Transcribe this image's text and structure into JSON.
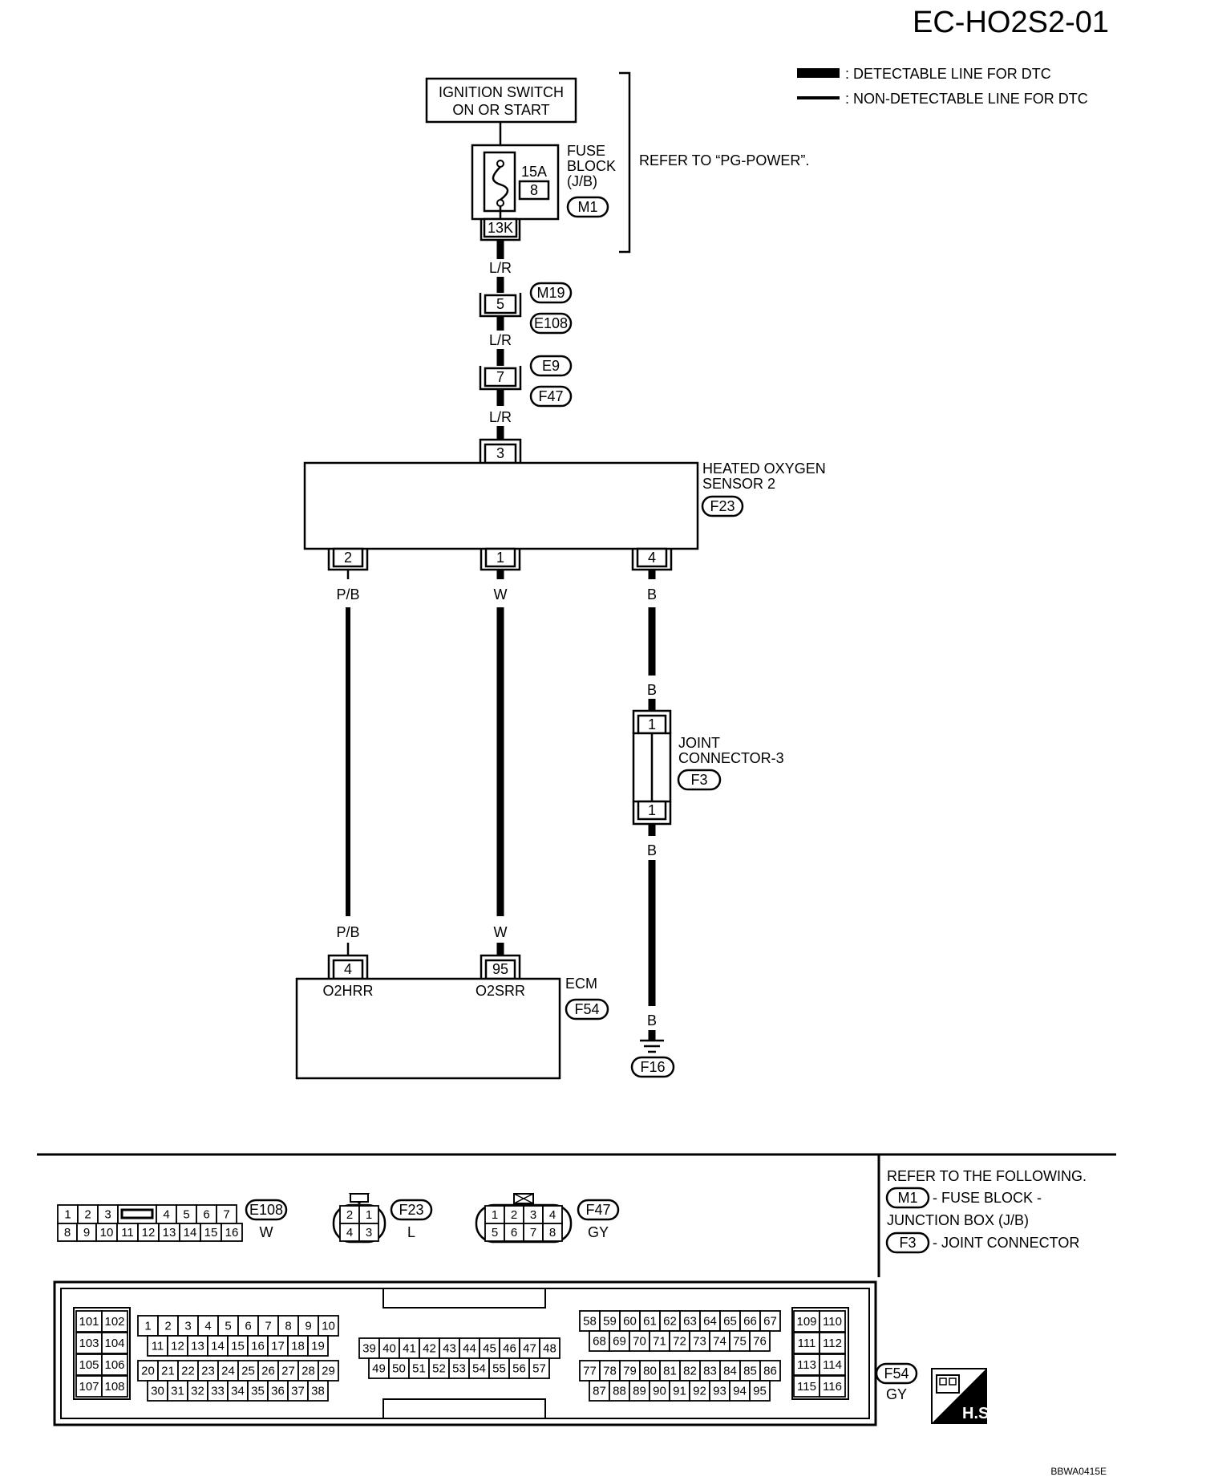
{
  "title": "EC-HO2S2-01",
  "footer_code": "BBWA0415E",
  "legend": {
    "detectable": ": DETECTABLE LINE FOR DTC",
    "non_detectable": ": NON-DETECTABLE LINE FOR DTC"
  },
  "ignition": {
    "line1": "IGNITION SWITCH",
    "line2": "ON OR START"
  },
  "fuse_block": {
    "label1": "FUSE",
    "label2": "BLOCK",
    "label3": "(J/B)",
    "connector": "M1",
    "amps": "15A",
    "number": "8",
    "terminal": "13K"
  },
  "refer_pg": "REFER TO “PG-POWER”.",
  "wires": {
    "lr1": "L/R",
    "lr2": "L/R",
    "lr3": "L/R",
    "pb_top": "P/B",
    "w_top": "W",
    "b_top": "B",
    "b_joint_top": "B",
    "b_joint_bottom": "B",
    "pb_bottom": "P/B",
    "w_bottom": "W",
    "b_ground": "B"
  },
  "inline_connectors": {
    "c1": {
      "pin": "5",
      "top": "M19",
      "bottom": "E108"
    },
    "c2": {
      "pin": "7",
      "top": "E9",
      "bottom": "F47"
    }
  },
  "sensor": {
    "line1": "HEATED OXYGEN",
    "line2": "SENSOR 2",
    "connector": "F23",
    "pin_top": "3",
    "pin_left": "2",
    "pin_mid": "1",
    "pin_right": "4"
  },
  "joint": {
    "line1": "JOINT",
    "line2": "CONNECTOR-3",
    "connector": "F3",
    "pin_top": "1",
    "pin_bottom": "1"
  },
  "ecm": {
    "label": "ECM",
    "connector": "F54",
    "pin_left": "4",
    "pin_right": "95",
    "name_left": "O2HRR",
    "name_right": "O2SRR"
  },
  "ground": "F16",
  "connector_views": {
    "e108": {
      "id": "E108",
      "color": "W",
      "top": [
        "1",
        "2",
        "3",
        "",
        "4",
        "5",
        "6",
        "7"
      ],
      "bottom": [
        "8",
        "9",
        "10",
        "11",
        "12",
        "13",
        "14",
        "15",
        "16"
      ]
    },
    "f23": {
      "id": "F23",
      "color": "L",
      "pins": [
        "2",
        "1",
        "4",
        "3"
      ]
    },
    "f47": {
      "id": "F47",
      "color": "GY",
      "top": [
        "1",
        "2",
        "3",
        "4"
      ],
      "bottom": [
        "5",
        "6",
        "7",
        "8"
      ]
    },
    "f54": {
      "id": "F54",
      "color": "GY",
      "left": [
        "101",
        "102",
        "103",
        "104",
        "105",
        "106",
        "107",
        "108"
      ],
      "g1_r1": [
        "1",
        "2",
        "3",
        "4",
        "5",
        "6",
        "7",
        "8",
        "9",
        "10"
      ],
      "g1_r2": [
        "11",
        "12",
        "13",
        "14",
        "15",
        "16",
        "17",
        "18",
        "19"
      ],
      "g1_r3": [
        "20",
        "21",
        "22",
        "23",
        "24",
        "25",
        "26",
        "27",
        "28",
        "29"
      ],
      "g1_r4": [
        "30",
        "31",
        "32",
        "33",
        "34",
        "35",
        "36",
        "37",
        "38"
      ],
      "g2_r1": [
        "39",
        "40",
        "41",
        "42",
        "43",
        "44",
        "45",
        "46",
        "47",
        "48"
      ],
      "g2_r2": [
        "49",
        "50",
        "51",
        "52",
        "53",
        "54",
        "55",
        "56",
        "57"
      ],
      "g3_r1": [
        "58",
        "59",
        "60",
        "61",
        "62",
        "63",
        "64",
        "65",
        "66",
        "67"
      ],
      "g3_r2": [
        "68",
        "69",
        "70",
        "71",
        "72",
        "73",
        "74",
        "75",
        "76"
      ],
      "g3_r3": [
        "77",
        "78",
        "79",
        "80",
        "81",
        "82",
        "83",
        "84",
        "85",
        "86"
      ],
      "g3_r4": [
        "87",
        "88",
        "89",
        "90",
        "91",
        "92",
        "93",
        "94",
        "95"
      ],
      "right": [
        "109",
        "110",
        "111",
        "112",
        "113",
        "114",
        "115",
        "116"
      ]
    }
  },
  "refer_following": {
    "heading": "REFER TO THE FOLLOWING.",
    "m1_id": "M1",
    "m1_text": "- FUSE BLOCK -",
    "m1_text2": "JUNCTION BOX (J/B)",
    "f3_id": "F3",
    "f3_text": "- JOINT CONNECTOR"
  },
  "hs_badge": "H.S."
}
